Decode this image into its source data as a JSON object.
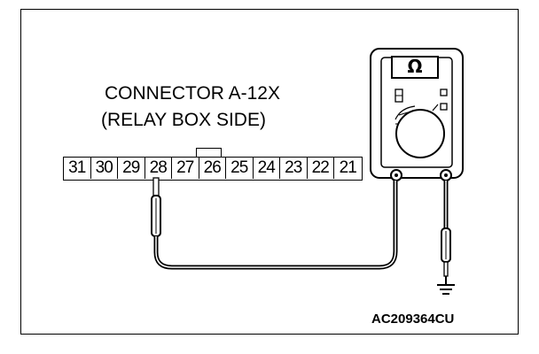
{
  "connector": {
    "title_line1": "CONNECTOR A-12X",
    "title_line2": "(RELAY BOX SIDE)",
    "pins": [
      "31",
      "30",
      "29",
      "28",
      "27",
      "26",
      "25",
      "24",
      "23",
      "22",
      "21"
    ]
  },
  "meter": {
    "mode_symbol": "Ω",
    "icon": "ohmmeter-icon"
  },
  "figure_code": "AC209364CU",
  "icons": {
    "probe": "probe-icon",
    "ground": "ground-icon"
  }
}
